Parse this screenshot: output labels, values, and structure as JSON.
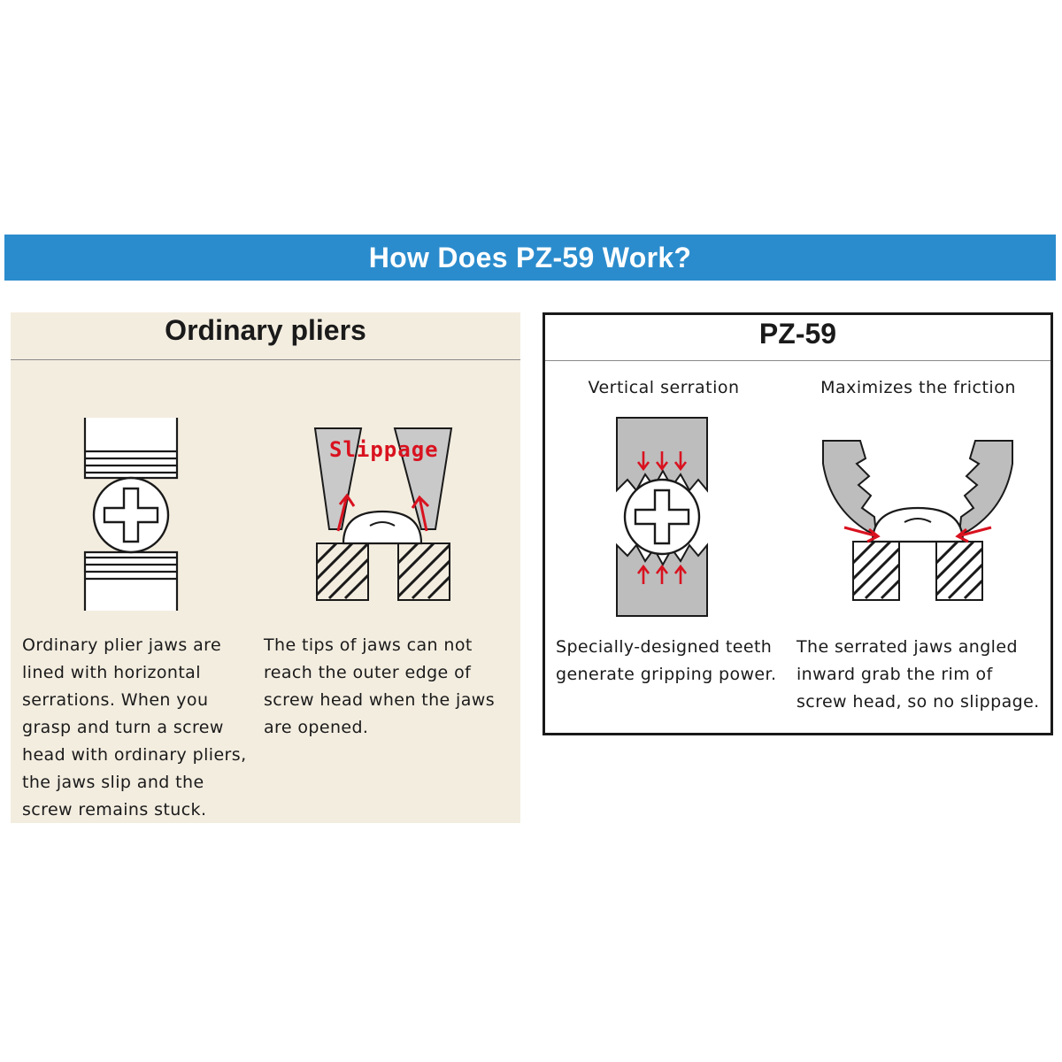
{
  "banner": {
    "title": "How Does PZ-59 Work?"
  },
  "ordinary": {
    "title": "Ordinary pliers",
    "slippage_label": "Slippage",
    "desc1": [
      "Ordinary plier jaws are",
      "lined with horizontal",
      "serrations. When you",
      "grasp and turn a screw",
      "head with ordinary pliers,",
      "the jaws slip and the",
      "screw remains stuck."
    ],
    "desc2": [
      "The tips of jaws can not",
      "reach the outer edge of",
      "screw head when the jaws",
      "are opened."
    ]
  },
  "pz59": {
    "title": "PZ-59",
    "sub1": "Vertical serration",
    "sub2": "Maximizes the friction",
    "desc1": [
      "Specially-designed teeth",
      "generate gripping power."
    ],
    "desc2": [
      "The serrated jaws angled",
      "inward grab the rim of",
      "screw head, so no slippage."
    ]
  },
  "colors": {
    "banner": "#2b8ccd",
    "panel": "#f3ede0",
    "arrow": "#d9121f",
    "jaw_gray": "#bdbdbd"
  }
}
